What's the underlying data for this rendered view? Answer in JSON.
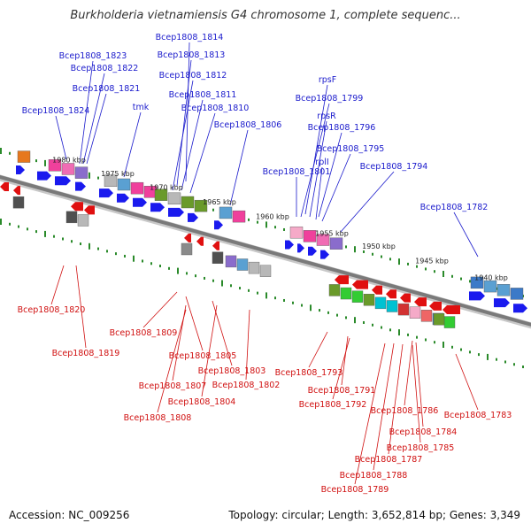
{
  "title": "Burkholderia vietnamiensis G4 chromosome 1, complete sequenc...",
  "accession_text": "Accession: NC_009256",
  "summary_text": "Topology: circular; Length: 3,652,814 bp; Genes: 3,349",
  "colors": {
    "forward_label": "#1a1acc",
    "reverse_label": "#d01010",
    "forward_arrow": "#1a1aee",
    "reverse_arrow": "#e01010",
    "backbone": "#7a7a7a",
    "tick": "#2a8a2a",
    "bin_colors": [
      "#e6781e",
      "#f0409c",
      "#f06cb4",
      "#8a6ccc",
      "#3c7ac8",
      "#5aa0d2",
      "#00c2d2",
      "#33cc33",
      "#6a9a2a",
      "#8a8a8a",
      "#b8b8b8",
      "#505050",
      "#d23232",
      "#ee6666",
      "#f5aac8",
      "#f4c8a8"
    ]
  },
  "scale": {
    "kbp_labels": [
      "1980 kbp",
      "1975 kbp",
      "1970 kbp",
      "1965 kbp",
      "1960 kbp",
      "1955 kbp",
      "1950 kbp",
      "1945 kbp",
      "1940 kbp"
    ]
  },
  "forward_labels": [
    "Bcep1808_1814",
    "Bcep1808_1813",
    "Bcep1808_1812",
    "Bcep1808_1811",
    "Bcep1808_1810",
    "Bcep1808_1823",
    "Bcep1808_1822",
    "Bcep1808_1821",
    "Bcep1808_1824",
    "tmk",
    "rpsF",
    "Bcep1808_1799",
    "rpsR",
    "Bcep1808_1796",
    "Bcep1808_1806",
    "Bcep1808_1795",
    "rplI",
    "Bcep1808_1801",
    "Bcep1808_1794",
    "Bcep1808_1782"
  ],
  "reverse_labels": [
    "Bcep1808_1820",
    "Bcep1808_1819",
    "Bcep1808_1809",
    "Bcep1808_1805",
    "Bcep1808_1803",
    "Bcep1808_1807",
    "Bcep1808_1802",
    "Bcep1808_1804",
    "Bcep1808_1808",
    "Bcep1808_1793",
    "Bcep1808_1791",
    "Bcep1808_1792",
    "Bcep1808_1786",
    "Bcep1808_1783",
    "Bcep1808_1784",
    "Bcep1808_1785",
    "Bcep1808_1787",
    "Bcep1808_1788",
    "Bcep1808_1789"
  ]
}
